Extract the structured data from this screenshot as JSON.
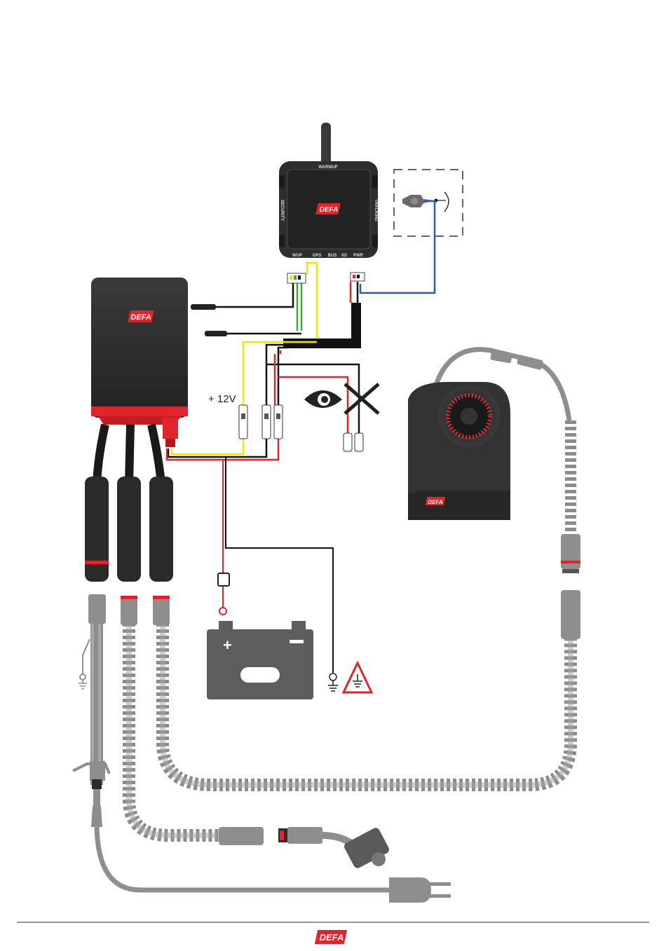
{
  "controller": {
    "logo": "DEFA",
    "ports": {
      "top": "WARMUP",
      "left": "SECURITY",
      "right": "TRACKING",
      "bottom": [
        "WUP",
        "GPS",
        "BUS",
        "I/O",
        "PWR"
      ]
    }
  },
  "labels": {
    "voltage": "+ 12V"
  },
  "power_module": {
    "logo": "DEFA"
  },
  "heater": {
    "logo": "DEFA"
  },
  "footer": {
    "logo": "DEFA"
  },
  "colors": {
    "cable_gray": "#8e8e8e",
    "unit_dark": "#2b2b2b",
    "accent_red": "#e3232b",
    "wire_yellow": "#f2e600",
    "wire_green": "#3aa935",
    "wire_blue": "#2a5db0",
    "battery_gray": "#5d5d5d"
  }
}
